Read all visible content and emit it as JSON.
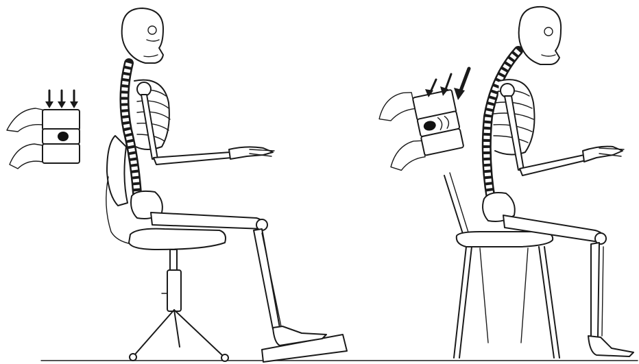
{
  "scene": {
    "figures": [
      {
        "id": "ergonomic",
        "posture": "upright",
        "chair": "ergonomic-swivel-chair",
        "footrest": true,
        "disc_compression_arrows": 3
      },
      {
        "id": "slouched",
        "posture": "slouched",
        "chair": "stool",
        "footrest": false,
        "disc_compression_arrows": 3
      }
    ],
    "colors": {
      "ink": "#1a1a1a",
      "background": "#ffffff",
      "disc_nucleus": "#111111"
    }
  }
}
